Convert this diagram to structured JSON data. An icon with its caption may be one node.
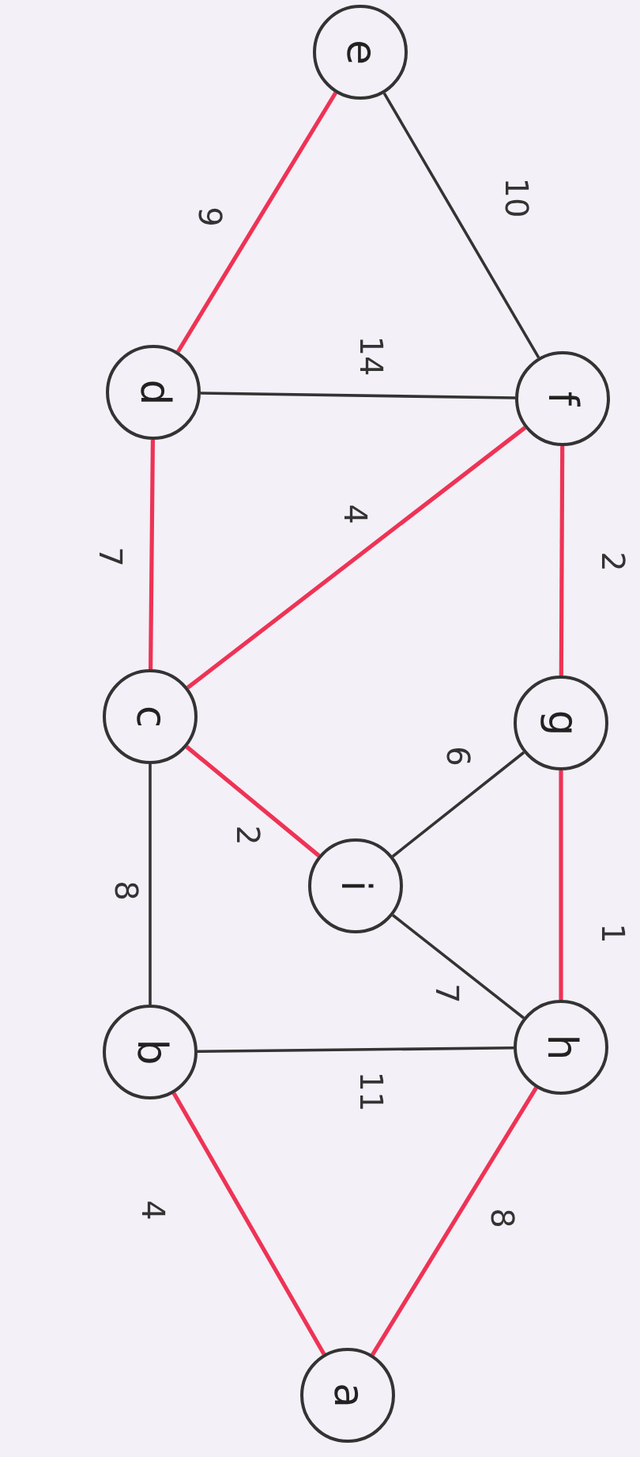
{
  "diagram": {
    "nodes": [
      {
        "text": [
          "e"
        ]
      },
      {
        "text": [
          "d"
        ]
      },
      {
        "text": [
          "f"
        ]
      },
      {
        "text": [
          "c"
        ]
      },
      {
        "text": [
          "g"
        ]
      },
      {
        "text": [
          "i"
        ]
      },
      {
        "text": [
          "b"
        ]
      },
      {
        "text": [
          "h"
        ]
      },
      {
        "text": [
          "a"
        ]
      }
    ],
    "edges": [
      {
        "from": 8,
        "to": 6,
        "arrow": "none",
        "label": "4"
      },
      {
        "from": 8,
        "to": 7,
        "arrow": "none",
        "label": "8"
      },
      {
        "from": 6,
        "to": 7,
        "arrow": "none",
        "label": "11",
        "color": "#333333"
      },
      {
        "from": 6,
        "to": 3,
        "arrow": "none",
        "label": "8",
        "color": "#333333"
      },
      {
        "from": 3,
        "to": 5,
        "arrow": "none",
        "label": "2"
      },
      {
        "from": 5,
        "to": 7,
        "arrow": "none",
        "label": "7",
        "color": "#333333"
      },
      {
        "from": 5,
        "to": 4,
        "arrow": "none",
        "label": "6",
        "color": "#333333"
      },
      {
        "from": 7,
        "to": 4,
        "arrow": "none",
        "label": "1"
      },
      {
        "from": 4,
        "to": 2,
        "arrow": "none",
        "label": "2"
      },
      {
        "from": 3,
        "to": 2,
        "arrow": "none",
        "label": "4"
      },
      {
        "from": 3,
        "to": 1,
        "arrow": "none",
        "label": "7"
      },
      {
        "from": 1,
        "to": 2,
        "arrow": "none",
        "label": "14",
        "color": "#333333"
      },
      {
        "from": 1,
        "to": 0,
        "arrow": "none",
        "label": "9"
      },
      {
        "from": 0,
        "to": 2,
        "arrow": "none",
        "label": "10",
        "color": "#333333"
      }
    ]
  }
}
